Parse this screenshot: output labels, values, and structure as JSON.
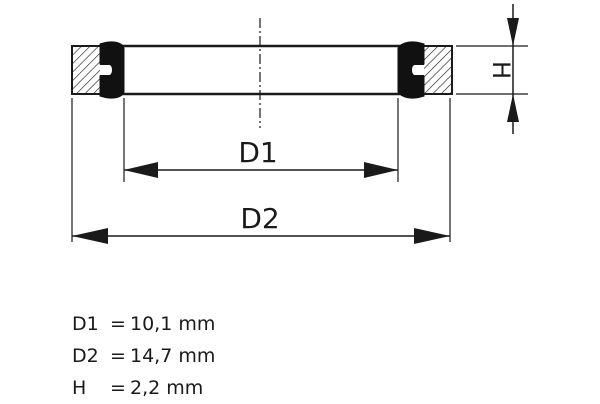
{
  "diagram": {
    "labels": {
      "d1": "D1",
      "d2": "D2",
      "h": "H"
    }
  },
  "specs": [
    {
      "name": "D1",
      "sep": "=",
      "value": "10,1 mm"
    },
    {
      "name": "D2",
      "sep": "=",
      "value": "14,7 mm"
    },
    {
      "name": "H",
      "sep": "=",
      "value": "2,2 mm"
    }
  ],
  "colors": {
    "ink": "#1a1a1a",
    "seal": "#111111",
    "background": "#ffffff"
  }
}
